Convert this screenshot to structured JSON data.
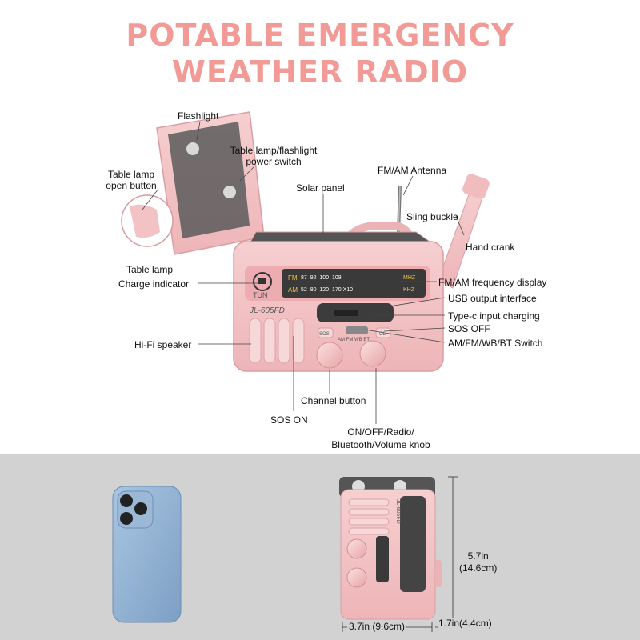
{
  "title": {
    "line1": "POTABLE EMERGENCY",
    "line2": "WEATHER RADIO"
  },
  "radio": {
    "model": "JL-605FD",
    "tun": "TUN",
    "fm_label": "FM",
    "am_label": "AM",
    "mhz": "MHZ",
    "khz": "KHZ",
    "fm_scale": [
      "87",
      "92",
      "100",
      "108"
    ],
    "am_scale": [
      "52",
      "80",
      "120",
      "170",
      "X10"
    ],
    "sos_btn": "SOS",
    "switch_label": "AM FM WB BT",
    "ol_btn": "OL"
  },
  "labels": {
    "flashlight": "Flashlight",
    "table_lamp_flashlight_switch": [
      "Table lamp/flashlight",
      "power switch"
    ],
    "table_lamp_open_button": [
      "Table lamp",
      "open button"
    ],
    "solar_panel": "Solar panel",
    "fm_am_antenna": "FM/AM Antenna",
    "sling_buckle": "Sling buckle",
    "hand_crank": "Hand crank",
    "table_lamp": "Table lamp",
    "charge_indicator": "Charge indicator",
    "frequency_display": "FM/AM frequency display",
    "usb_output": "USB output interface",
    "type_c": "Type-c input charging",
    "sos_off": "SOS OFF",
    "band_switch": "AM/FM/WB/BT Switch",
    "hifi_speaker": "Hi-Fi speaker",
    "channel_button": "Channel button",
    "sos_on": "SOS ON",
    "volume_knob": [
      "ON/OFF/Radio/",
      "Bluetooth/Volume knob"
    ]
  },
  "dimensions": {
    "height": [
      "5.7in",
      "(14.6cm)"
    ],
    "width": "3.7in (9.6cm)",
    "depth": "1.7in(4.4cm)",
    "side_model": "JL-605FD"
  },
  "colors": {
    "title": "#f29b96",
    "body_pink": "#f3c2c4",
    "dark_pink": "#e6a7aa",
    "panel_gray": "#d2d2d2",
    "phone_blue": "#8fb1d3"
  }
}
